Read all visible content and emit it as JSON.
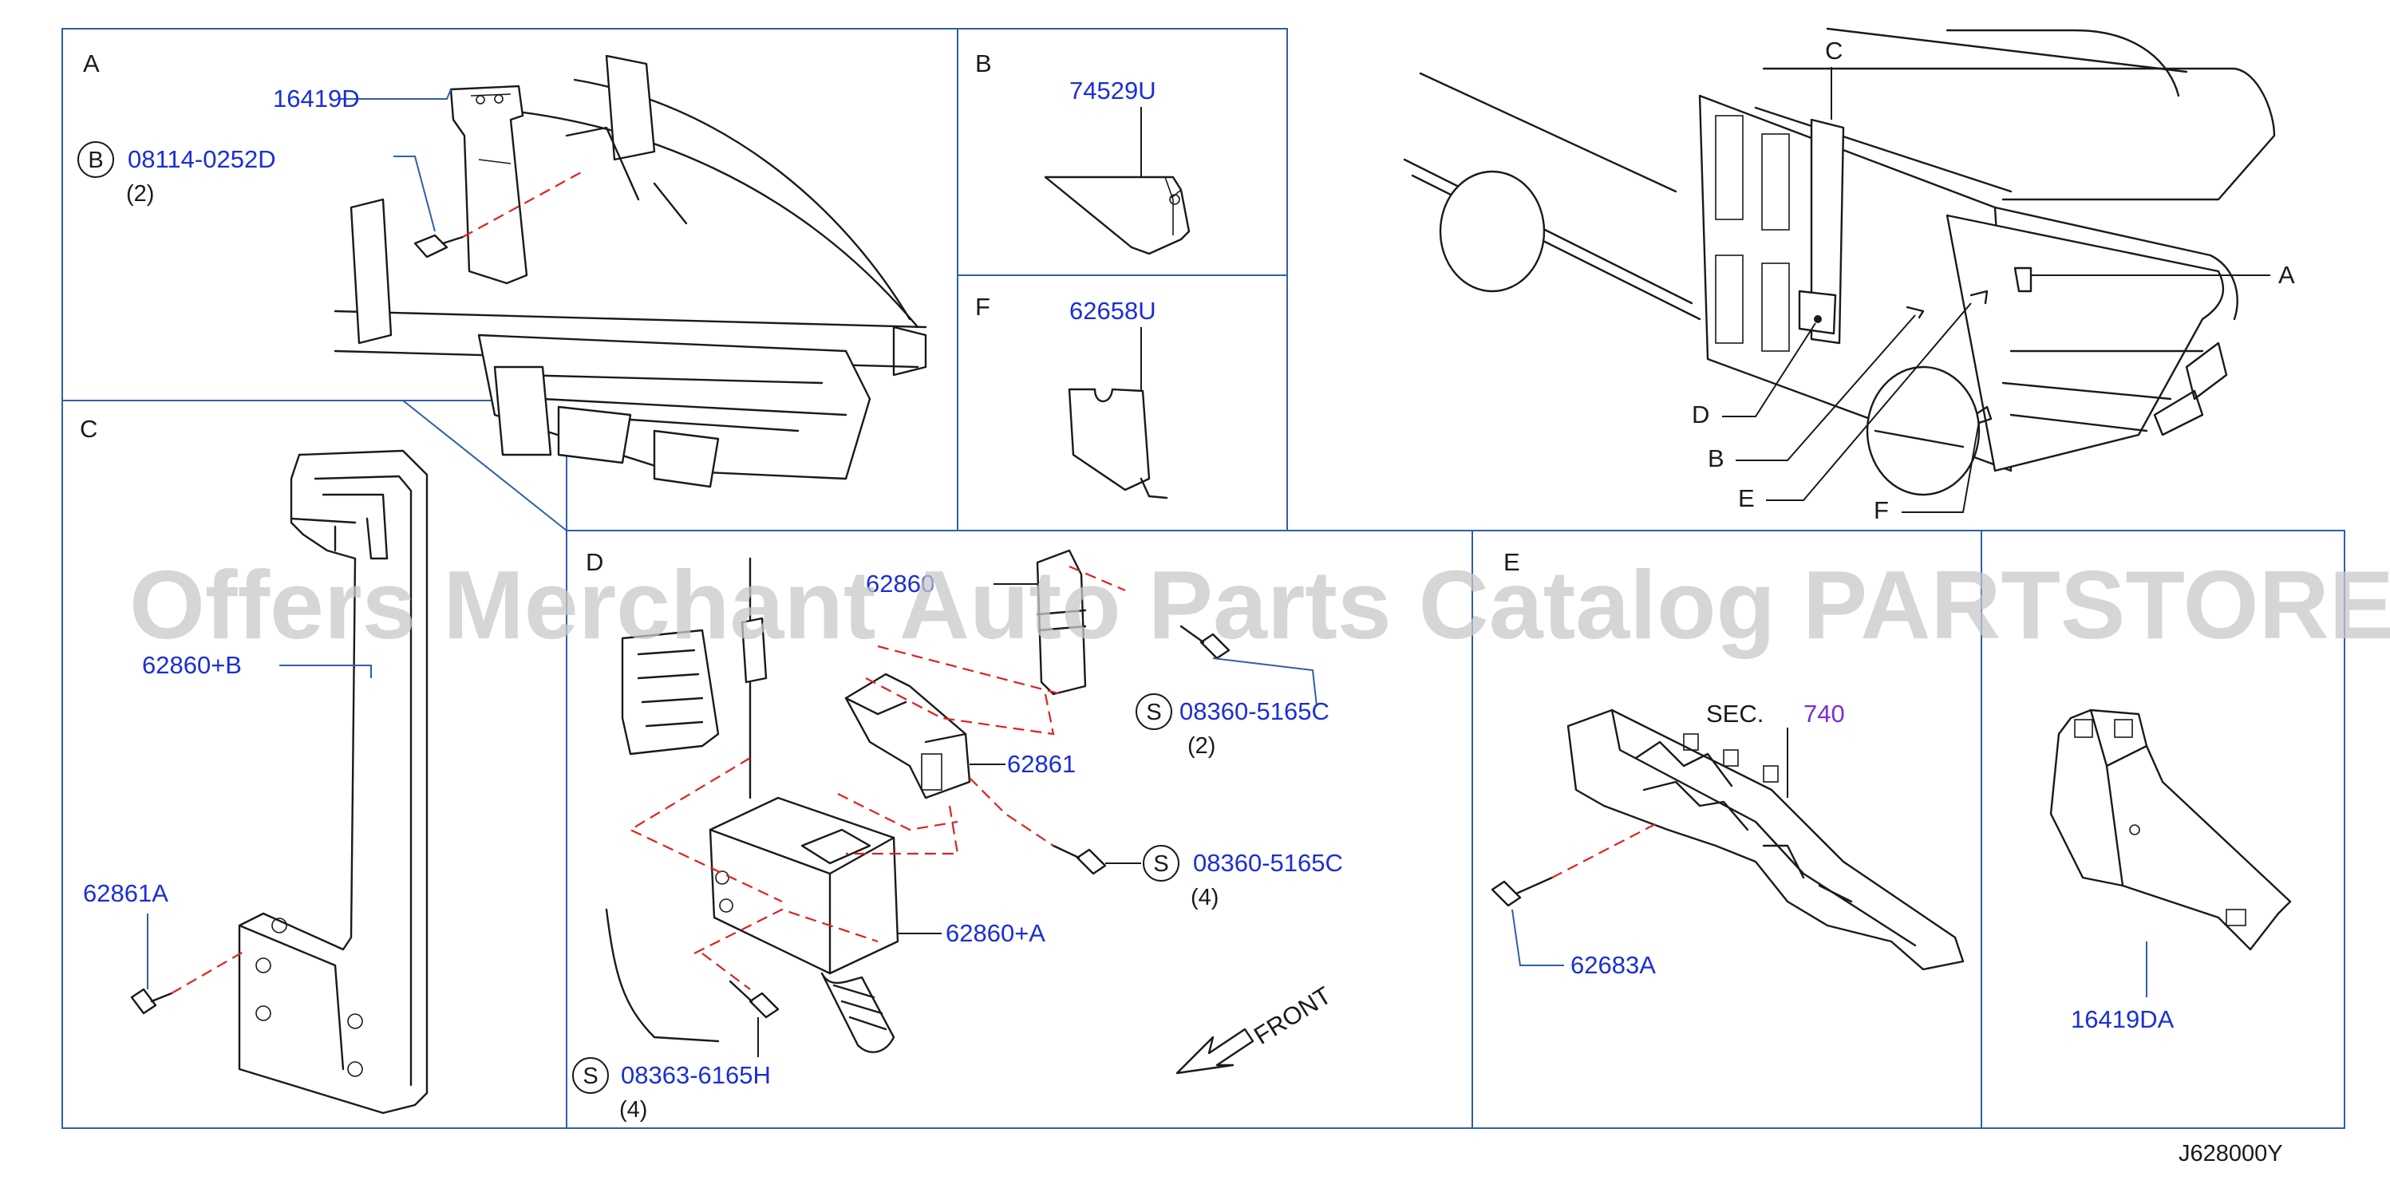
{
  "sections": {
    "a": "A",
    "b": "B",
    "c": "C",
    "d": "D",
    "e": "E",
    "f": "F"
  },
  "callouts": {
    "a": "A",
    "b": "B",
    "c": "C",
    "d": "D",
    "e": "E",
    "f": "F"
  },
  "parts": {
    "p16419D": "16419D",
    "p08114": "08114-0252D",
    "p08114_qty": "(2)",
    "p74529U": "74529U",
    "p62658U": "62658U",
    "p62860B": "62860+B",
    "p62861A": "62861A",
    "p62860": "62860",
    "p08360a": "08360-5165C",
    "p08360a_qty": "(2)",
    "p62861": "62861",
    "p08360b": "08360-5165C",
    "p08360b_qty": "(4)",
    "p62860A": "62860+A",
    "p08363": "08363-6165H",
    "p08363_qty": "(4)",
    "sec_label": "SEC.",
    "sec_ref": "740",
    "p62683A": "62683A",
    "p16419DA": "16419DA"
  },
  "symbols": {
    "b": "B",
    "s1": "S",
    "s2": "S",
    "s3": "S"
  },
  "front_label": "FRONT",
  "watermark": "Offers Merchant Auto Parts Catalog PARTSTORE.SA",
  "diagram_code": "J628000Y",
  "colors": {
    "frame": "#2e5fa8",
    "part_number": "#1a2fd6",
    "section_ref": "#7a2fd6",
    "dashed_guide": "#e02020"
  }
}
